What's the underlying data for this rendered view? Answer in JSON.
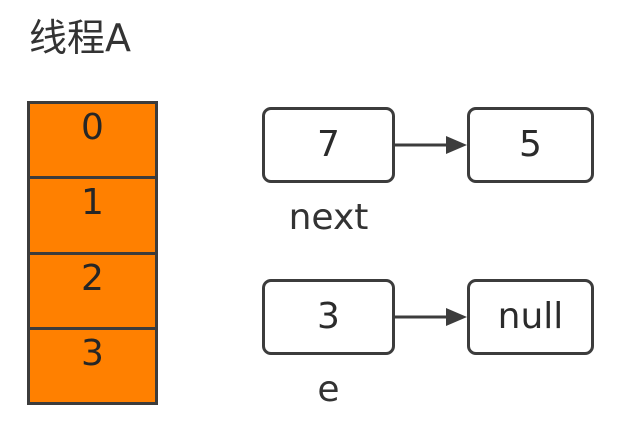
{
  "title": "线程A",
  "colors": {
    "array_fill": "#FF8000",
    "stroke": "#3C3C3C",
    "text": "#333333",
    "box_fill": "#FFFFFF"
  },
  "array": {
    "name": "thread-a-array",
    "cells": [
      {
        "index_label": "0"
      },
      {
        "index_label": "1"
      },
      {
        "index_label": "2"
      },
      {
        "index_label": "3"
      }
    ]
  },
  "rows": [
    {
      "from_value": "7",
      "to_value": "5",
      "pointer_label": "next",
      "arrow_icon": "arrow-right-icon"
    },
    {
      "from_value": "3",
      "to_value": "null",
      "pointer_label": "e",
      "arrow_icon": "arrow-right-icon"
    }
  ]
}
